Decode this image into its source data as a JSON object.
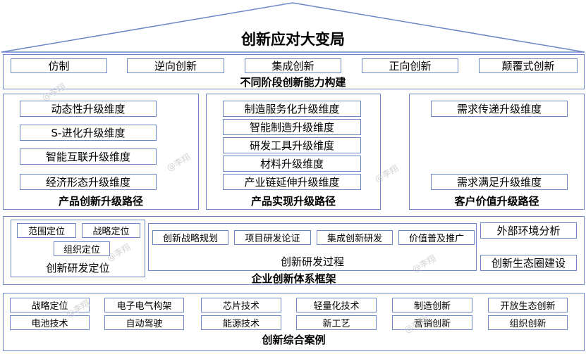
{
  "title": "创新应对大变局",
  "row1": {
    "items": [
      "仿制",
      "逆向创新",
      "集成创新",
      "正向创新",
      "颠覆式创新"
    ],
    "caption": "不同阶段创新能力构建"
  },
  "product": {
    "items": [
      "动态性升级维度",
      "S-进化升级维度",
      "智能互联升级维度",
      "经济形态升级维度"
    ],
    "caption": "产品创新升级路径"
  },
  "realization": {
    "items": [
      "制造服务化升级维度",
      "智能制造升级维度",
      "研发工具升级维度",
      "材料升级维度",
      "产业链延伸升级维度"
    ],
    "caption": "产品实现升级路径"
  },
  "customer": {
    "items": [
      "需求传递升级维度",
      "需求满足升级维度"
    ],
    "caption": "客户价值升级路径"
  },
  "framework": {
    "positioning": {
      "items": [
        "范围定位",
        "战略定位",
        "组织定位"
      ],
      "caption": "创新研发定位"
    },
    "process": {
      "items": [
        "创新战略规划",
        "项目研发论证",
        "集成创新研发",
        "价值普及推广"
      ],
      "caption": "创新研发过程"
    },
    "side": [
      "外部环境分析",
      "创新生态圈建设"
    ],
    "caption": "企业创新体系框架"
  },
  "cases": {
    "row1": [
      "战略定位",
      "电子电气构架",
      "芯片技术",
      "轻量化技术",
      "制造创新",
      "开放生态创新"
    ],
    "row2": [
      "电池技术",
      "自动驾驶",
      "能源技术",
      "新工艺",
      "营销创新",
      "组织创新"
    ],
    "caption": "创新综合案例"
  },
  "watermark": "@李翔"
}
